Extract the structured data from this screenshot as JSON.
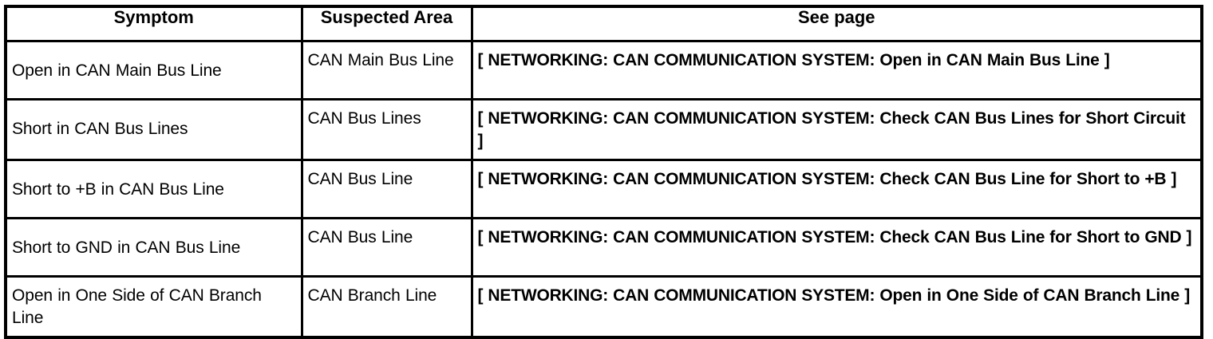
{
  "table": {
    "columns": [
      {
        "key": "symptom",
        "label": "Symptom"
      },
      {
        "key": "suspected_area",
        "label": "Suspected Area"
      },
      {
        "key": "see_page",
        "label": "See page"
      }
    ],
    "rows": [
      {
        "symptom": "Open in CAN Main Bus Line",
        "suspected_area": "CAN Main Bus Line",
        "see_page": "[ NETWORKING: CAN COMMUNICATION SYSTEM: Open in CAN Main Bus Line ]"
      },
      {
        "symptom": "Short in CAN Bus Lines",
        "suspected_area": "CAN Bus Lines",
        "see_page": "[ NETWORKING: CAN COMMUNICATION SYSTEM: Check CAN Bus Lines for Short Circuit ]"
      },
      {
        "symptom": "Short to +B in CAN Bus Line",
        "suspected_area": "CAN Bus Line",
        "see_page": "[ NETWORKING: CAN COMMUNICATION SYSTEM: Check CAN Bus Line for Short to +B ]"
      },
      {
        "symptom": "Short to GND in CAN Bus Line",
        "suspected_area": "CAN Bus Line",
        "see_page": "[ NETWORKING: CAN COMMUNICATION SYSTEM: Check CAN Bus Line for Short to GND ]"
      },
      {
        "symptom": "Open in One Side of CAN Branch Line",
        "suspected_area": "CAN Branch Line",
        "see_page": "[ NETWORKING: CAN COMMUNICATION SYSTEM: Open in One Side of CAN Branch Line ]"
      }
    ]
  },
  "colors": {
    "border": "#000000",
    "text": "#000000",
    "background": "#ffffff"
  }
}
